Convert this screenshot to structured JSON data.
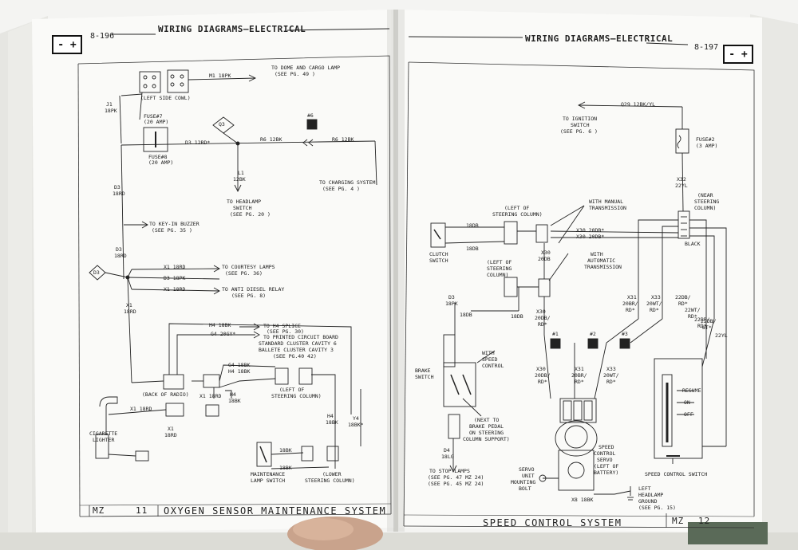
{
  "left_page": {
    "page_number": "8-196",
    "header": "WIRING DIAGRAMS—ELECTRICAL",
    "battery_icon": "- +",
    "footer_model": "MZ",
    "footer_num": "11",
    "footer_title": "OXYGEN SENSOR MAINTENANCE SYSTEM",
    "labels": {
      "dome": "TO DOME AND CARGO LAMP",
      "dome_pg": "(SEE PG. 49 )",
      "m1": "M1 18PK",
      "left_side_cowl": "(LEFT SIDE COWL)",
      "fuse7": "FUSE#7",
      "fuse7_amp": "(20 AMP)",
      "fuse8": "FUSE#8",
      "fuse8_amp": "(20 AMP)",
      "j1": "J1",
      "j1_gauge": "18PK",
      "d3_12rd": "D3 12RD*",
      "r6_a": "R6 12BK",
      "r6_b": "R6 12BK",
      "charging": "TO CHARGING SYSTEM",
      "charging_pg": "(SEE PG. 4 )",
      "l1": "L1",
      "l1_gauge": "12BK",
      "headlamp": "TO HEADLAMP",
      "headlamp2": "SWITCH",
      "headlamp_pg": "(SEE PG. 20 )",
      "d3_left": "D3",
      "d3_left_g": "18RD",
      "keyin": "TO KEY-IN BUZZER",
      "keyin_pg": "(SEE PG. 35 )",
      "d3_b": "D3",
      "d3_b_g": "18RD",
      "x1_18rd_a": "X1 18RD",
      "courtesy": "TO COURTESY LAMPS",
      "courtesy_pg": "(SEE PG. 36)",
      "d3_18pk": "D3 18PK",
      "x1_18rd_b": "X1 18RD",
      "antidiesel": "TO ANTI DIESEL RELAY",
      "antidiesel_pg": "(SEE PG. 8)",
      "x1_left": "X1",
      "x1_left_g": "18RD",
      "h4_18bk": "H4 18BK",
      "g4_20gy": "G4 20GY*",
      "h4_splice": "TO H4 SPLICE",
      "h4_splice_pg": "(SEE PG. 30)",
      "printed": "TO PRINTED CIRCUIT BOARD",
      "standard": "STANDARD CLUSTER CAVITY 6",
      "ballete": "BALLETE CLUSTER CAVITY 3",
      "ballete_pg": "(SEE PG.40 42)",
      "back_radio": "(BACK OF RADIO)",
      "g4_18bk": "G4 18BK",
      "h4_18bk_b": "H4 18BK",
      "x1_18rd_c": "X1 18RD",
      "h4_right": "H4",
      "h4_right_g": "18BK",
      "left_steer": "(LEFT OF",
      "left_steer2": "STEERING COLUMN)",
      "x1_18rd_d": "X1 18RD",
      "cig": "CIGARETTE",
      "cig2": "LIGHTER",
      "x1_18rd_e": "X1",
      "x1_18rd_e_g": "18RD",
      "h4_b": "H4",
      "h4_b_g": "18BK",
      "y4": "Y4",
      "y4_g": "18BK*",
      "bk18": "18BK",
      "bk18b": "18BK",
      "maint": "MAINTENANCE",
      "maint2": "LAMP SWITCH",
      "lower_steer": "(LOWER",
      "lower_steer2": "STEERING COLUMN)",
      "q3": "Q3",
      "d3_diamond": "D3",
      "n6": "#6"
    }
  },
  "right_page": {
    "page_number": "8-197",
    "header": "WIRING DIAGRAMS—ELECTRICAL",
    "battery_icon": "- +",
    "footer_model": "MZ",
    "footer_num": "12",
    "footer_title": "SPEED CONTROL SYSTEM",
    "labels": {
      "q29": "Q29 12BK/YL",
      "ign": "TO IGNITION",
      "ign2": "SWITCH",
      "ign_pg": "(SEE PG. 6 )",
      "fuse2": "FUSE#2",
      "fuse2_amp": "(3 AMP)",
      "x32": "X32",
      "x32_g": "22YL",
      "near_steer": "(NEAR",
      "near_steer2": "STEERING",
      "near_steer3": "COLUMN)",
      "black": "BLACK",
      "manual": "WITH MANUAL",
      "manual2": "TRANSMISSION",
      "left_steer": "(LEFT OF",
      "left_steer2": "STEERING COLUMN)",
      "clutch": "CLUTCH",
      "clutch2": "SWITCH",
      "db18a": "18DB",
      "db18b": "18DB",
      "x30_a": "X30 20DB*",
      "x30_b": "X30 20DB*",
      "x30_c": "X30",
      "x30_c_g": "20DB",
      "auto": "WITH",
      "auto2": "AUTOMATIC",
      "auto3": "TRANSMISSION",
      "left_steer_b": "(LEFT OF",
      "left_steer_b2": "STEERING",
      "left_steer_b3": "COLUMN)",
      "d3": "D3",
      "d3_g": "18PK",
      "db18c": "18DB",
      "db18d": "18DB",
      "x30_d": "X30",
      "x30_d_g": "20DB/",
      "x30_d_g2": "RD*",
      "x31": "X31",
      "x31_g": "20BR/",
      "x31_g2": "RD*",
      "x33": "X33",
      "x33_g": "20WT/",
      "x33_g2": "RD*",
      "r22dbrd": "22DB/",
      "r22dbrd2": "RD*",
      "r22wtrd": "22WT/",
      "r22wtrd2": "RD*",
      "r22brrd": "22BR/",
      "r22brrd2": "RD*",
      "r22db": "22DB/",
      "r22db2": "WT*",
      "r22yl": "22YL",
      "n1": "#1",
      "n2": "#2",
      "n3": "#3",
      "brake": "BRAKE",
      "brake2": "SWITCH",
      "with_speed": "WITH",
      "with_speed2": "SPEED",
      "with_speed3": "CONTROL",
      "x30_e": "X30",
      "x30_e_g": "20DB/",
      "x30_e_g2": "RD*",
      "x31_e": "X31",
      "x31_e_g": "20BR/",
      "x31_e_g2": "RD*",
      "x33_e": "X33",
      "x33_e_g": "20WT/",
      "x33_e_g2": "RD*",
      "resume": "RESUME",
      "on": "ON",
      "off": "OFF",
      "next_brake": "(NEXT TO",
      "next_brake2": "BRAKE PEDAL",
      "next_brake3": "ON STEERING",
      "next_brake4": "COLUMN SUPPORT)",
      "d4": "D4",
      "d4_g": "18LG",
      "stop": "TO STOP LAMPS",
      "stop_pg": "(SEE PG. 47 MZ 24)",
      "stop_pg2": "(SEE PG. 45 MZ 24)",
      "servo_unit": "SERVO",
      "servo_unit2": "UNIT",
      "servo_unit3": "MOUNTING",
      "servo_unit4": "BOLT",
      "speed_servo": "SPEED",
      "speed_servo2": "CONTROL",
      "speed_servo3": "SERVO",
      "speed_servo4": "(LEFT OF",
      "speed_servo5": "BATTERY)",
      "x8": "X8 18BK",
      "left_hl": "LEFT",
      "left_hl2": "HEADLAMP",
      "left_hl3": "GROUND",
      "left_hl4": "(SEE PG. 15)",
      "sc_switch": "SPEED CONTROL SWITCH"
    }
  }
}
